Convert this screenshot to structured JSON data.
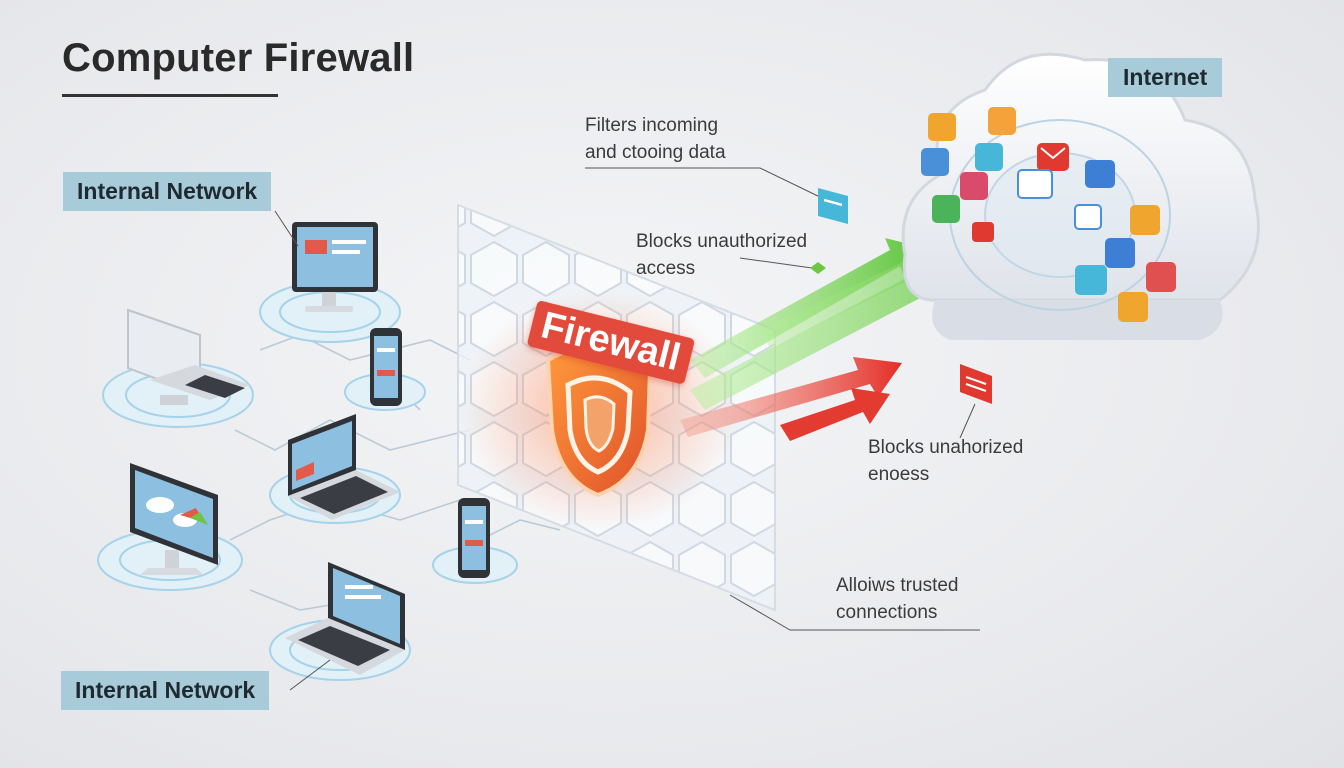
{
  "title": "Computer Firewall",
  "labels": {
    "internal_network_top": "Internal Network",
    "internal_network_bottom": "Internal Network",
    "internet": "Internet",
    "firewall": "Firewall"
  },
  "callouts": {
    "filters": [
      "Filters incoming",
      "and ctooing data"
    ],
    "blocks_access": [
      "Blocks unauthorized",
      "access"
    ],
    "blocks_egress": [
      "Blocks unahorized",
      "enoess"
    ],
    "allows": [
      "Alloiws trusted",
      "connections"
    ]
  },
  "colors": {
    "tag_bg": "#a8cbd9",
    "firewall_red": "#e24a3b",
    "shield_orange": "#f07b2c",
    "allow_green": "#6cc644",
    "block_red": "#e03a30"
  },
  "icons": {
    "devices": [
      "desktop-icon",
      "laptop-icon",
      "phone-icon"
    ],
    "cloud_apps": [
      "mail-icon",
      "chat-icon",
      "music-icon",
      "settings-icon",
      "doc-icon",
      "contact-icon"
    ]
  }
}
